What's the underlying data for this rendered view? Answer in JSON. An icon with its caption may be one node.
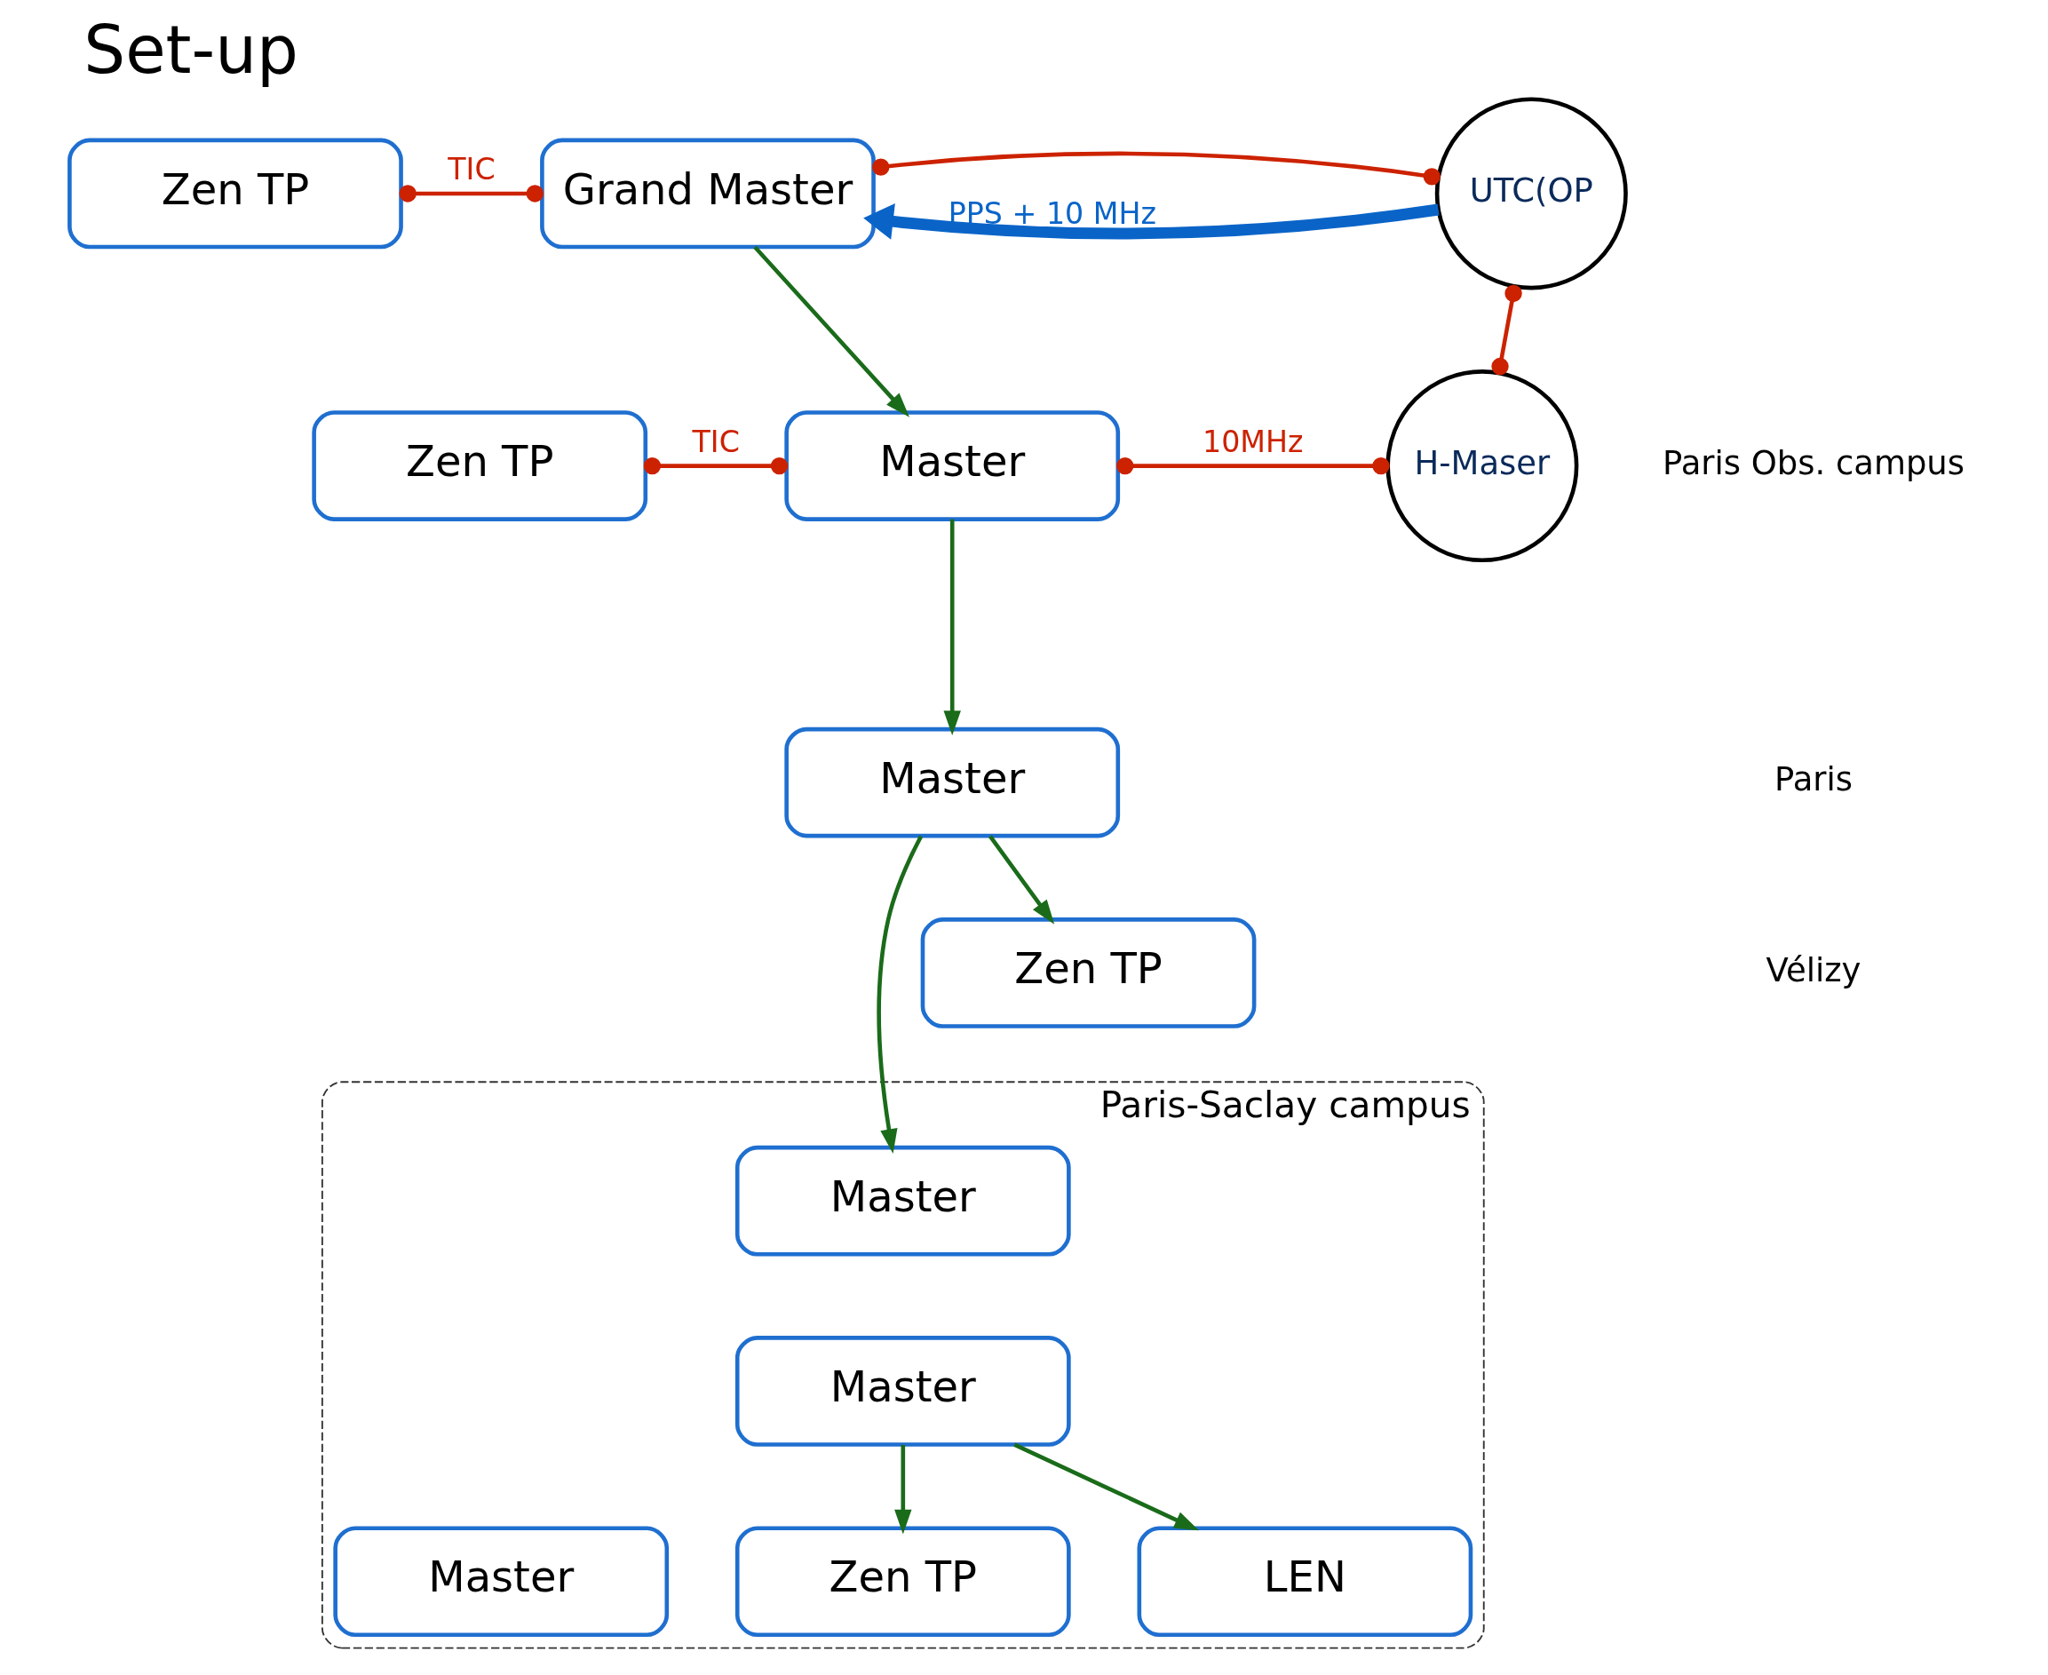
{
  "diagram": {
    "title": "Set-up",
    "nodes": [
      {
        "text": [
          "Zen TP"
        ]
      },
      {
        "text": [
          "Grand Master"
        ]
      },
      {
        "text": [
          "UTC(OP"
        ]
      },
      {
        "text": [
          "Zen TP"
        ]
      },
      {
        "text": [
          "Master"
        ]
      },
      {
        "text": [
          "H-Maser"
        ]
      },
      {
        "text": [
          "Master"
        ]
      },
      {
        "text": [
          "Paris-Saclay campus"
        ]
      },
      {
        "text": [
          "Zen TP"
        ]
      },
      {
        "text": [
          "Master"
        ],
        "in": 7
      },
      {
        "text": [
          "Master"
        ],
        "in": 7
      },
      {
        "text": [
          "Master"
        ],
        "in": 7
      },
      {
        "text": [
          "Zen TP"
        ],
        "in": 7
      },
      {
        "text": [
          "LEN"
        ],
        "in": 7
      }
    ],
    "edges": [
      {
        "from": 2,
        "to": 1,
        "arrow": "to",
        "label": "PPS + 10 MHz",
        "style": "thick",
        "color": "#0a64c8"
      },
      {
        "from": 0,
        "to": 1,
        "arrow": "other",
        "label": "TIC",
        "color": "#cc2200"
      },
      {
        "from": 1,
        "to": 2,
        "arrow": "other",
        "color": "#cc2200"
      },
      {
        "from": 2,
        "to": 5,
        "arrow": "other",
        "color": "#cc2200"
      },
      {
        "from": 1,
        "to": 4,
        "arrow": "to",
        "color": "#1a6b1a"
      },
      {
        "from": 3,
        "to": 4,
        "arrow": "other",
        "label": "TIC",
        "color": "#cc2200"
      },
      {
        "from": 4,
        "to": 5,
        "arrow": "other",
        "label": "10MHz",
        "color": "#cc2200"
      },
      {
        "from": 4,
        "to": 6,
        "arrow": "to",
        "color": "#1a6b1a"
      },
      {
        "from": 6,
        "to": 8,
        "arrow": "to",
        "color": "#1a6b1a"
      },
      {
        "from": 6,
        "to": 9,
        "arrow": "to",
        "color": "#1a6b1a"
      },
      {
        "from": 10,
        "to": 12,
        "arrow": "to",
        "color": "#1a6b1a"
      },
      {
        "from": 10,
        "to": 13,
        "arrow": "to",
        "color": "#1a6b1a"
      }
    ],
    "labels": [
      "Paris Obs. campus",
      "Paris",
      "Vélizy"
    ]
  }
}
